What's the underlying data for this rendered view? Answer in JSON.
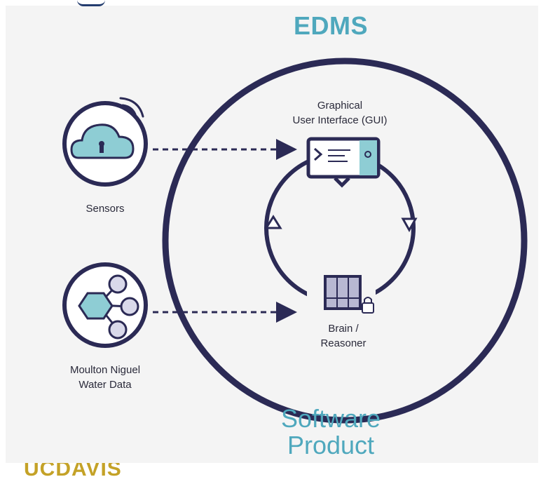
{
  "title": "EDMS",
  "subtitle": [
    "Software",
    "Product"
  ],
  "nodes": {
    "gui": [
      "Graphical",
      "User Interface (GUI)"
    ],
    "sensors": "Sensors",
    "water": [
      "Moulton Niguel",
      "Water Data"
    ],
    "brain": [
      "Brain /",
      "Reasoner"
    ]
  },
  "footer": {
    "logo_text": "UCDAVIS"
  },
  "colors": {
    "accent": "#4fa8bd",
    "ink": "#2b2a55",
    "icon_fill": "#8ecdd4"
  },
  "icons": [
    "cloud-icon",
    "wifi-icon",
    "network-icon",
    "monitor-icon",
    "server-icon",
    "lock-icon"
  ]
}
